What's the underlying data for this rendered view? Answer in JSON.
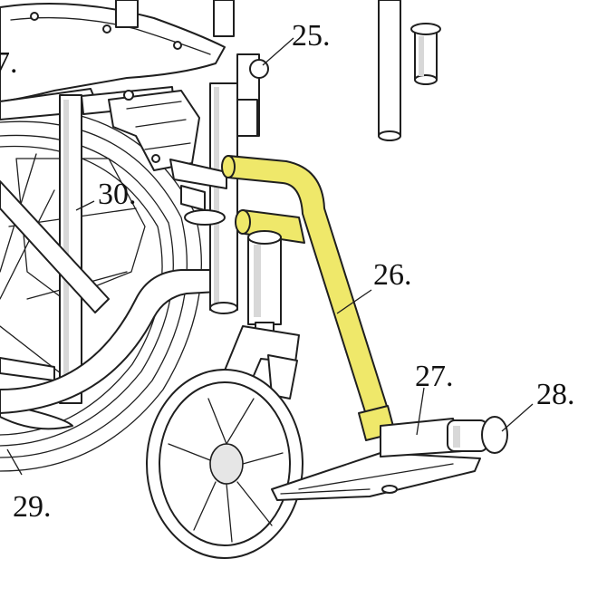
{
  "callouts": {
    "c7": "7.",
    "c25": "25.",
    "c26": "26.",
    "c27": "27.",
    "c28": "28.",
    "c29": "29.",
    "c30": "30."
  },
  "colors": {
    "highlight": "#efe86a",
    "line": "#1f1f1f",
    "background": "#ffffff"
  }
}
